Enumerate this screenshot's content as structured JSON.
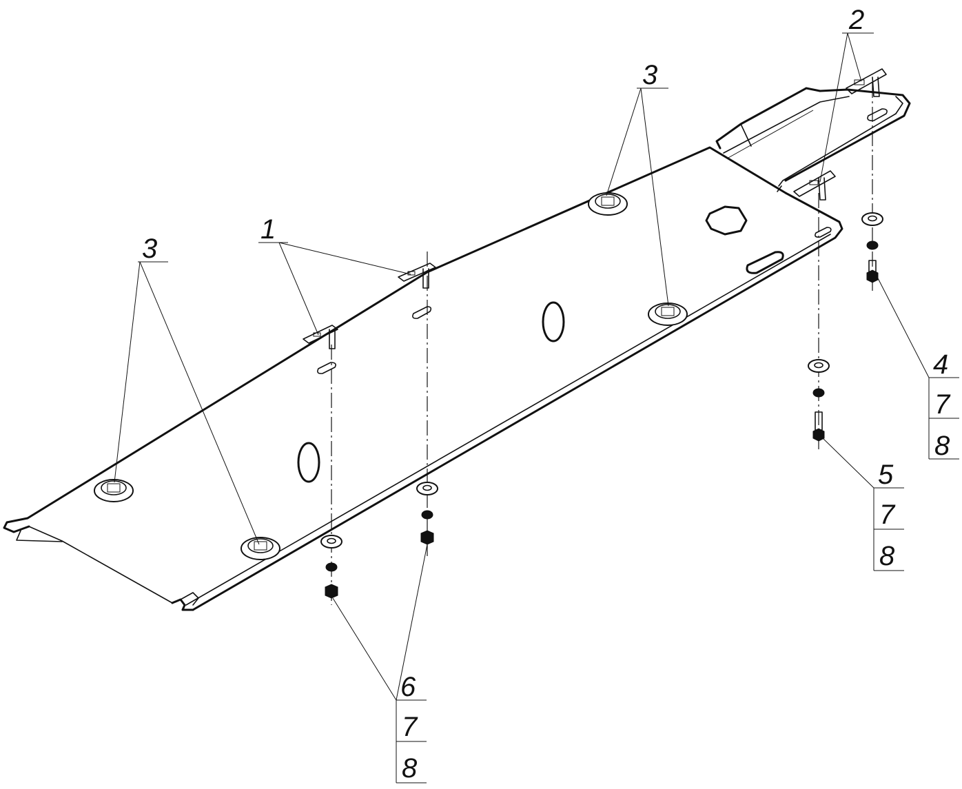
{
  "callouts": {
    "part_1": "1",
    "part_2": "2",
    "part_3_left": "3",
    "part_3_right": "3",
    "part_4": "4",
    "part_5": "5",
    "part_6": "6"
  },
  "stacks": {
    "part_4": [
      "7",
      "8"
    ],
    "part_5": [
      "7",
      "8"
    ],
    "part_6": [
      "7",
      "8"
    ]
  }
}
